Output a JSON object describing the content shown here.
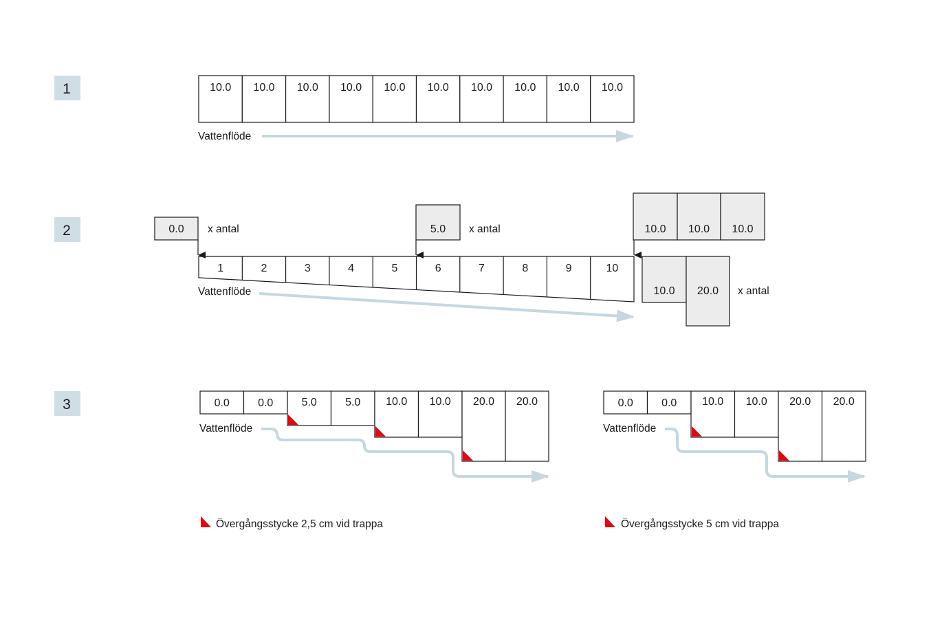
{
  "colors": {
    "badge": "#cfdde5",
    "arrow": "#c6d7e0",
    "shim": "#e30613",
    "block_fill": "#ececec",
    "line": "#1a1a1a"
  },
  "flow_label": "Vattenflöde",
  "count_label": "x antal",
  "section1": {
    "badge": "1",
    "cells": [
      "10.0",
      "10.0",
      "10.0",
      "10.0",
      "10.0",
      "10.0",
      "10.0",
      "10.0",
      "10.0",
      "10.0"
    ]
  },
  "section2": {
    "badge": "2",
    "numbers": [
      "1",
      "2",
      "3",
      "4",
      "5",
      "6",
      "7",
      "8",
      "9",
      "10"
    ],
    "start_block": "0.0",
    "mid_block": "5.0",
    "end_top_blocks": [
      "10.0",
      "10.0",
      "10.0"
    ],
    "end_bottom_blocks": [
      "10.0",
      "20.0"
    ]
  },
  "section3": {
    "badge": "3",
    "left": {
      "cells": [
        "0.0",
        "0.0",
        "5.0",
        "5.0",
        "10.0",
        "10.0",
        "20.0",
        "20.0"
      ],
      "legend": "Övergångsstycke 2,5 cm vid trappa"
    },
    "right": {
      "cells": [
        "0.0",
        "0.0",
        "10.0",
        "10.0",
        "20.0",
        "20.0"
      ],
      "legend": "Övergångsstycke 5 cm vid trappa"
    }
  }
}
